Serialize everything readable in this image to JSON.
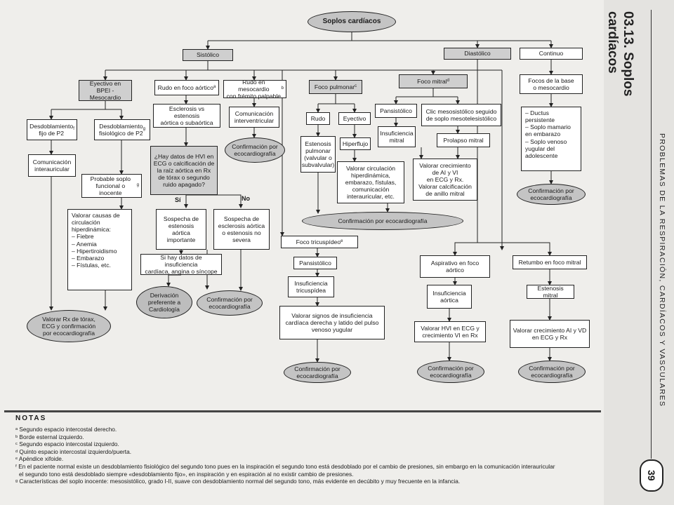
{
  "side": {
    "title": "03.13. Soplos cardíacos",
    "subtitle": "PROBLEMAS DE LA RESPIRACIÓN, CARDÍACOS Y VASCULARES",
    "page_number": "39"
  },
  "flow": {
    "root": "Soplos cardíacos",
    "sistolico": "Sistólico",
    "diastolico": "Diastólico",
    "continuo": "Continuo",
    "eyectivo": "Eyectivo en\nBPEI - Mesocardio",
    "rudo_aortico": "Rudo en foco aórtico",
    "rudo_aortico_sup": "a",
    "rudo_meso": "Rudo en mesocardio\ncon frémito palpable",
    "rudo_meso_sup": "b",
    "foco_pulmonar": "Foco pulmonar",
    "foco_pulmonar_sup": "c",
    "foco_mitral": "Foco mitral",
    "foco_mitral_sup": "d",
    "focos_base": "Focos de la base\no mesocardio",
    "desdob_fijo": "Desdoblamiento\nfijo de P2",
    "desdob_fijo_sup": "f",
    "desdob_fisio": "Desdoblamiento\nfisiológico de P2",
    "desdob_fisio_sup": "g",
    "esclerosis": "Esclerosis vs estenosis\naórtica o subaórtica",
    "com_interventricular": "Comunicación\ninterventricular",
    "conf_meso": "Confirmación por\necocardiografía",
    "rudo": "Rudo",
    "eyectivo2": "Eyectivo",
    "pansistolico_m": "Pansistólico",
    "clic": "Clic mesosistólico seguido\nde soplo mesotelesistólico",
    "ductus": "– Ductus\n  persistente\n– Soplo mamario\n  en embarazo\n– Soplo venoso\n  yugular del\n  adolescente",
    "com_interauricular": "Comunicación\ninterauricular",
    "hvi_question": "¿Hay datos de HVI en\nECG o calcificación de\nla raíz aórtica en Rx\nde tórax o segundo\nruido apagado?",
    "estenosis_pulmonar": "Estenosis\npulmonar\n(valvular o\nsubvalvular)",
    "hiperflujo": "Hiperflujo",
    "insuf_mitral": "Insuficiencia\nmitral",
    "prolapso": "Prolapso mitral",
    "probable_soplo": "Probable soplo\nfuncional o inocente",
    "probable_soplo_sup": "g",
    "valorar_circ": "Valorar circulación\nhiperdinámica,\nembarazo, fístulas,\ncomunicación\ninterauricular, etc.",
    "valorar_crec_ai": "Valorar crecimiento\nde AI y VI\nen ECG y Rx.\nValorar calcificación\nde anillo mitral",
    "conf_continuo": "Confirmación por\necocardiografía",
    "si": "Sí",
    "no": "No",
    "sospecha_estenosis": "Sospecha de\nestenosis\naórtica\nimportante",
    "sospecha_esclerosis": "Sospecha de\nesclerosis aórtica\no estenosis no\nsevera",
    "conf_pulmonar": "Confirmación por ecocardiografía",
    "valorar_causas": "Valorar causas de\ncirculación\nhiperdinámica:\n– Fiebre\n– Anemia\n– Hipertiroidismo\n– Embarazo\n– Fístulas, etc.",
    "foco_tricuspideo": "Foco tricuspídeo",
    "foco_tricuspideo_sup": "e",
    "si_hay_datos": "Si hay datos de insuficiencia\ncardíaca, angina o síncope",
    "pansistolico_t": "Pansistólico",
    "aspirativo": "Aspirativo en foco\naórtico",
    "retumbo": "Retumbo en foco mitral",
    "insuf_tricuspidea": "Insuficiencia\ntricuspídea",
    "insuf_aortica": "Insuficiencia\naórtica",
    "estenosis_mitral": "Estenosis mitral",
    "derivacion": "Derivación\npreferente a\nCardiología",
    "conf_esclerosis": "Confirmación por\necocardiografía",
    "valorar_rx": "Valorar Rx de tórax,\nECG y confirmación\npor ecocardiografía",
    "valorar_signos": "Valorar signos de insuficiencia\ncardíaca derecha y latido del pulso\nvenoso yugular",
    "valorar_hvi": "Valorar HVI en ECG y\ncrecimiento VI en Rx",
    "valorar_crec_vd": "Valorar crecimiento AI y VD\nen ECG y Rx",
    "conf_tric": "Confirmación por\necocardiografía",
    "conf_aortica": "Confirmación por\necocardiografía",
    "conf_mitral": "Confirmación por\necocardiografía"
  },
  "notes": {
    "title": "NOTAS",
    "items": [
      "ᵃ Segundo espacio intercostal derecho.",
      "ᵇ Borde esternal izquierdo.",
      "ᶜ Segundo espacio intercostal izquierdo.",
      "ᵈ Quinto espacio intercostal izquierdo/puerta.",
      "ᵉ Apéndice xifoide.",
      "ᶠ En el paciente normal existe un desdoblamiento fisiológico del segundo tono pues en la inspiración el segundo tono está desdoblado por el cambio de presiones, sin embargo en la comunicación interauricular",
      "el segundo tono está desdoblado siempre «desdoblamiento fijo», en inspiración y en espiración al no existir cambio de presiones.",
      "ᵍ Características del soplo inocente: mesosistólico, grado I-II, suave con desdoblamiento normal del segundo tono, más evidente en decúbito y muy frecuente en la infancia."
    ]
  }
}
